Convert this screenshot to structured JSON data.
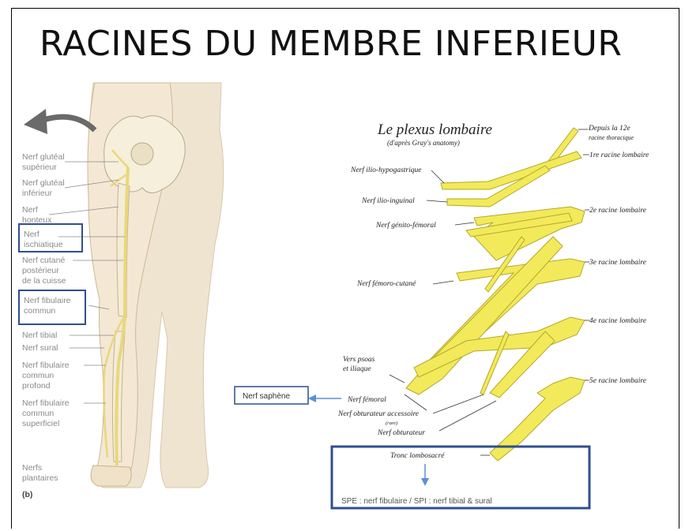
{
  "title": "RACINES DU MEMBRE INFERIEUR",
  "leg_figure": {
    "labels": {
      "gluteal_sup_1": "Nerf glutéal",
      "gluteal_sup_2": "supérieur",
      "gluteal_inf_1": "Nerf glutéal",
      "gluteal_inf_2": "inférieur",
      "honteux_1": "Nerf",
      "honteux_2": "honteux",
      "sciatic_1": "Nerf",
      "sciatic_2": "ischiatique",
      "cutaneous_1": "Nerf cutané",
      "cutaneous_2": "postérieur",
      "cutaneous_3": "de la cuisse",
      "fibular_common_1": "Nerf fibulaire",
      "fibular_common_2": "commun",
      "tibial": "Nerf tibial",
      "sural": "Nerf sural",
      "fibular_deep_1": "Nerf fibulaire",
      "fibular_deep_2": "commun",
      "fibular_deep_3": "profond",
      "fibular_sup_1": "Nerf fibulaire",
      "fibular_sup_2": "commun",
      "fibular_sup_3": "superficiel",
      "plantar_1": "Nerfs",
      "plantar_2": "plantaires",
      "panel": "(b)"
    }
  },
  "plexus": {
    "title": "Le plexus lombaire",
    "subtitle": "(d'après Gray's anatomy)",
    "roots": {
      "t12_1": "Depuis la 12e",
      "t12_2": "racine thoracique",
      "l1": "1re racine lombaire",
      "l2": "2e racine lombaire",
      "l3": "3e racine lombaire",
      "l4": "4e racine lombaire",
      "l5": "5e racine lombaire"
    },
    "nerves": {
      "ilio_hypo": "Nerf ilio-hypogastrique",
      "ilio_ing": "Nerf ilio-inguinal",
      "genito": "Nerf génito-fémoral",
      "femoro_cut": "Nerf fémoro-cutané",
      "psoas_1": "Vers psoas",
      "psoas_2": "et iliaque",
      "femoral": "Nerf fémoral",
      "obt_acc": "Nerf obturateur accessoire",
      "obt_acc_note": "(rare)",
      "obt": "Nerf obturateur",
      "tronc": "Tronc lombosacré"
    },
    "saphene_box": "Nerf saphène",
    "footer_box": "SPE : nerf fibulaire / SPI : nerf tibial & sural"
  },
  "colors": {
    "nerve_fill": "#f2ea5a",
    "nerve_dark": "#b3a82a",
    "box_blue": "#2f4f8f",
    "arrow_blue": "#5b8fd6",
    "skin": "#f3e6cf"
  }
}
